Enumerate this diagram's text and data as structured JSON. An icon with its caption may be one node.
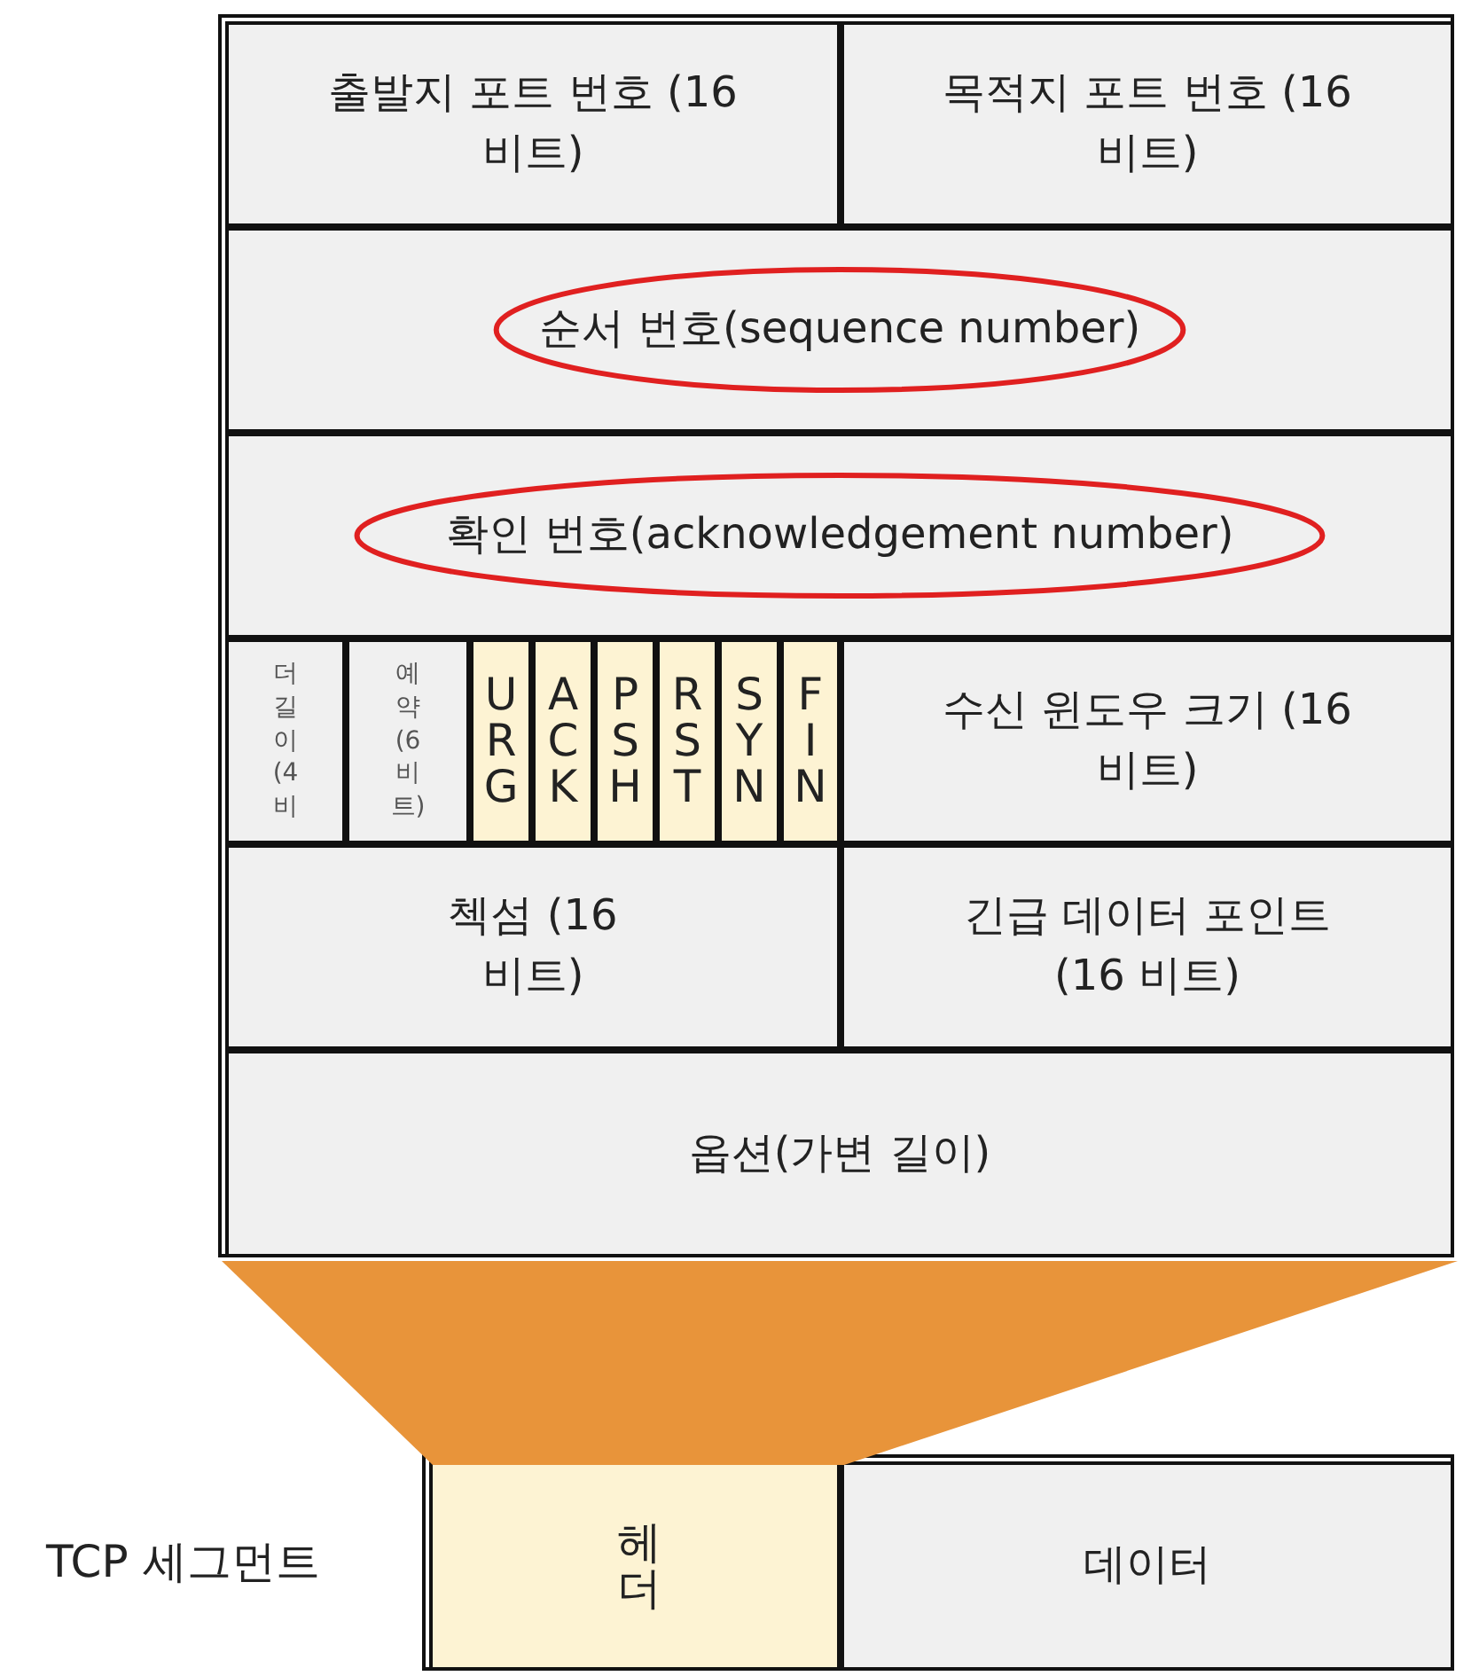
{
  "diagram": {
    "nodes": [
      {
        "text": [],
        "shape": "box"
      },
      {
        "text": [
          "출발지 포트 번호 (16 비트)"
        ],
        "in": 0
      },
      {
        "text": [
          "목적지 포트 번호 (16 비트)"
        ],
        "in": 0
      },
      {
        "text": [
          "순서 번호(sequence number)"
        ],
        "in": 0
      },
      {
        "text": [
          "확인 번호(acknowledgement number)"
        ],
        "in": 0
      },
      {
        "text": [
          "더 길이 (4 비"
        ],
        "in": 0
      },
      {
        "text": [
          "예약 (6 비트)"
        ],
        "in": 0
      },
      {
        "text": [
          "URG"
        ],
        "in": 0
      },
      {
        "text": [
          "ACK"
        ],
        "in": 0
      },
      {
        "text": [
          "PSH"
        ],
        "in": 0
      },
      {
        "text": [
          "RST"
        ],
        "in": 0
      },
      {
        "text": [
          "SYN"
        ],
        "in": 0
      },
      {
        "text": [
          "FIN"
        ],
        "in": 0
      },
      {
        "text": [
          "수신 윈도우 크기 (16 비트)"
        ],
        "in": 0
      },
      {
        "text": [
          "첵섬 (16 비트)"
        ],
        "in": 0
      },
      {
        "text": [
          "긴급 데이터 포인트 (16 비트)"
        ],
        "in": 0
      },
      {
        "text": [
          "옵션(가변 길이)"
        ],
        "in": 0
      },
      {
        "text": [],
        "shape": "box",
        "beside": [
          "TCP 세그먼트"
        ]
      },
      {
        "text": [
          "헤더"
        ],
        "in": 17
      },
      {
        "text": [
          "데이터"
        ],
        "in": 17
      }
    ],
    "edges": [
      {
        "from": 0,
        "to": 18,
        "arrow": "none"
      }
    ]
  }
}
